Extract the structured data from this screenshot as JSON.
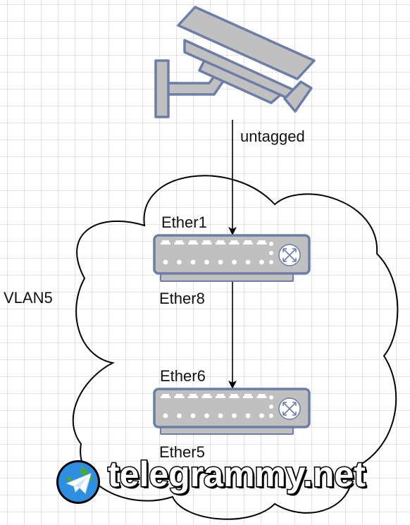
{
  "labels": {
    "untagged": "untagged",
    "ether1": "Ether1",
    "ether8": "Ether8",
    "vlan5": "VLAN5",
    "ether6": "Ether6",
    "ether5": "Ether5"
  },
  "watermark": {
    "text": "telegrammy.net",
    "icon": "telegram-plane-icon"
  },
  "colors": {
    "device_fill": "#c0c0c0",
    "device_stroke": "#6c7da8",
    "port_color": "#ffffff",
    "line": "#000000",
    "cloud_stroke": "#000000",
    "grid": "#e4e4e4"
  },
  "icons": {
    "camera": "security-camera-icon",
    "switch": "network-switch-icon",
    "cloud": "cloud-shape",
    "router": "router-arrows-icon"
  }
}
